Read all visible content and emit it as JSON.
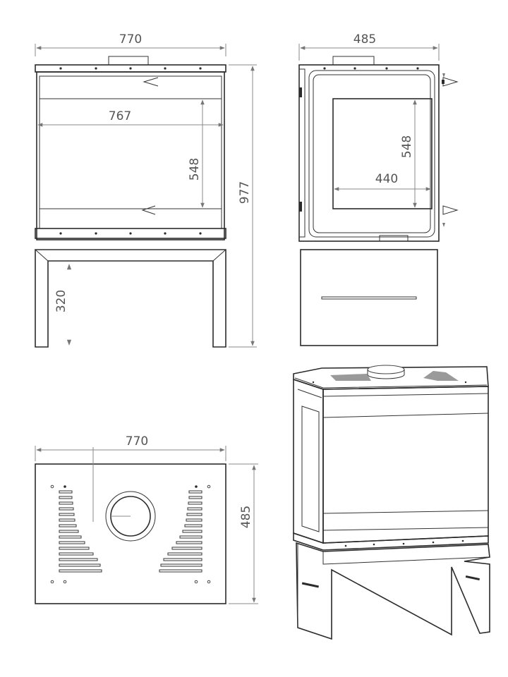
{
  "dimensions": {
    "front_width": "770",
    "front_inner_width": "767",
    "front_glass_height": "548",
    "total_height": "977",
    "stand_height": "320",
    "side_depth": "485",
    "side_glass_height": "548",
    "side_glass_width": "440",
    "top_width": "770",
    "top_depth": "485"
  },
  "colors": {
    "line": "#2b2b2b",
    "dimension_line": "#888888",
    "dimension_text": "#555555",
    "background": "#ffffff"
  }
}
